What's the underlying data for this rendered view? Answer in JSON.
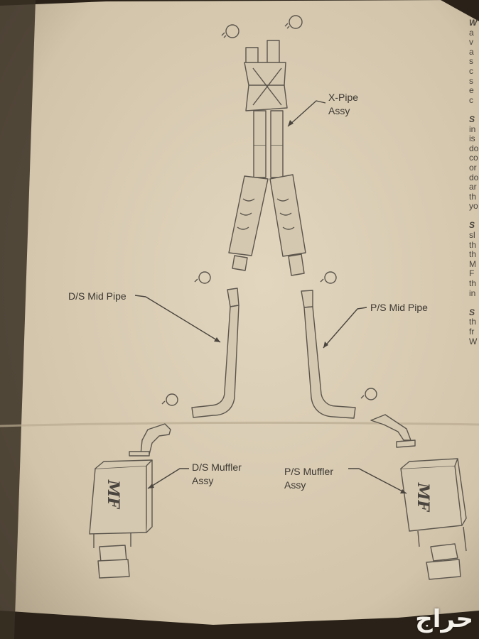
{
  "labels": {
    "x_pipe": "X-Pipe\nAssy",
    "ds_mid_pipe": "D/S Mid Pipe",
    "ps_mid_pipe": "P/S Mid Pipe",
    "ds_muffler": "D/S Muffler\nAssy",
    "ps_muffler": "P/S Muffler\nAssy"
  },
  "side_text": {
    "col1": [
      "W",
      "a",
      "v",
      "a",
      "s",
      "c",
      "s",
      "e",
      "c",
      "",
      "S",
      "in",
      "is",
      "do",
      "co",
      "or",
      "do",
      "ar",
      "th",
      "yo",
      "",
      "S",
      "sl",
      "th",
      "th",
      "M",
      "F",
      "th",
      "in",
      "",
      "S",
      "th",
      "fr",
      "W"
    ]
  },
  "logos": {
    "muffler_brand": "MF"
  },
  "watermark": "حراج",
  "colors": {
    "paper": "#d8cbb3",
    "paper_shadow": "#9c8e77",
    "line": "#5b554c",
    "text": "#3c3731",
    "background": "#2a2218"
  }
}
